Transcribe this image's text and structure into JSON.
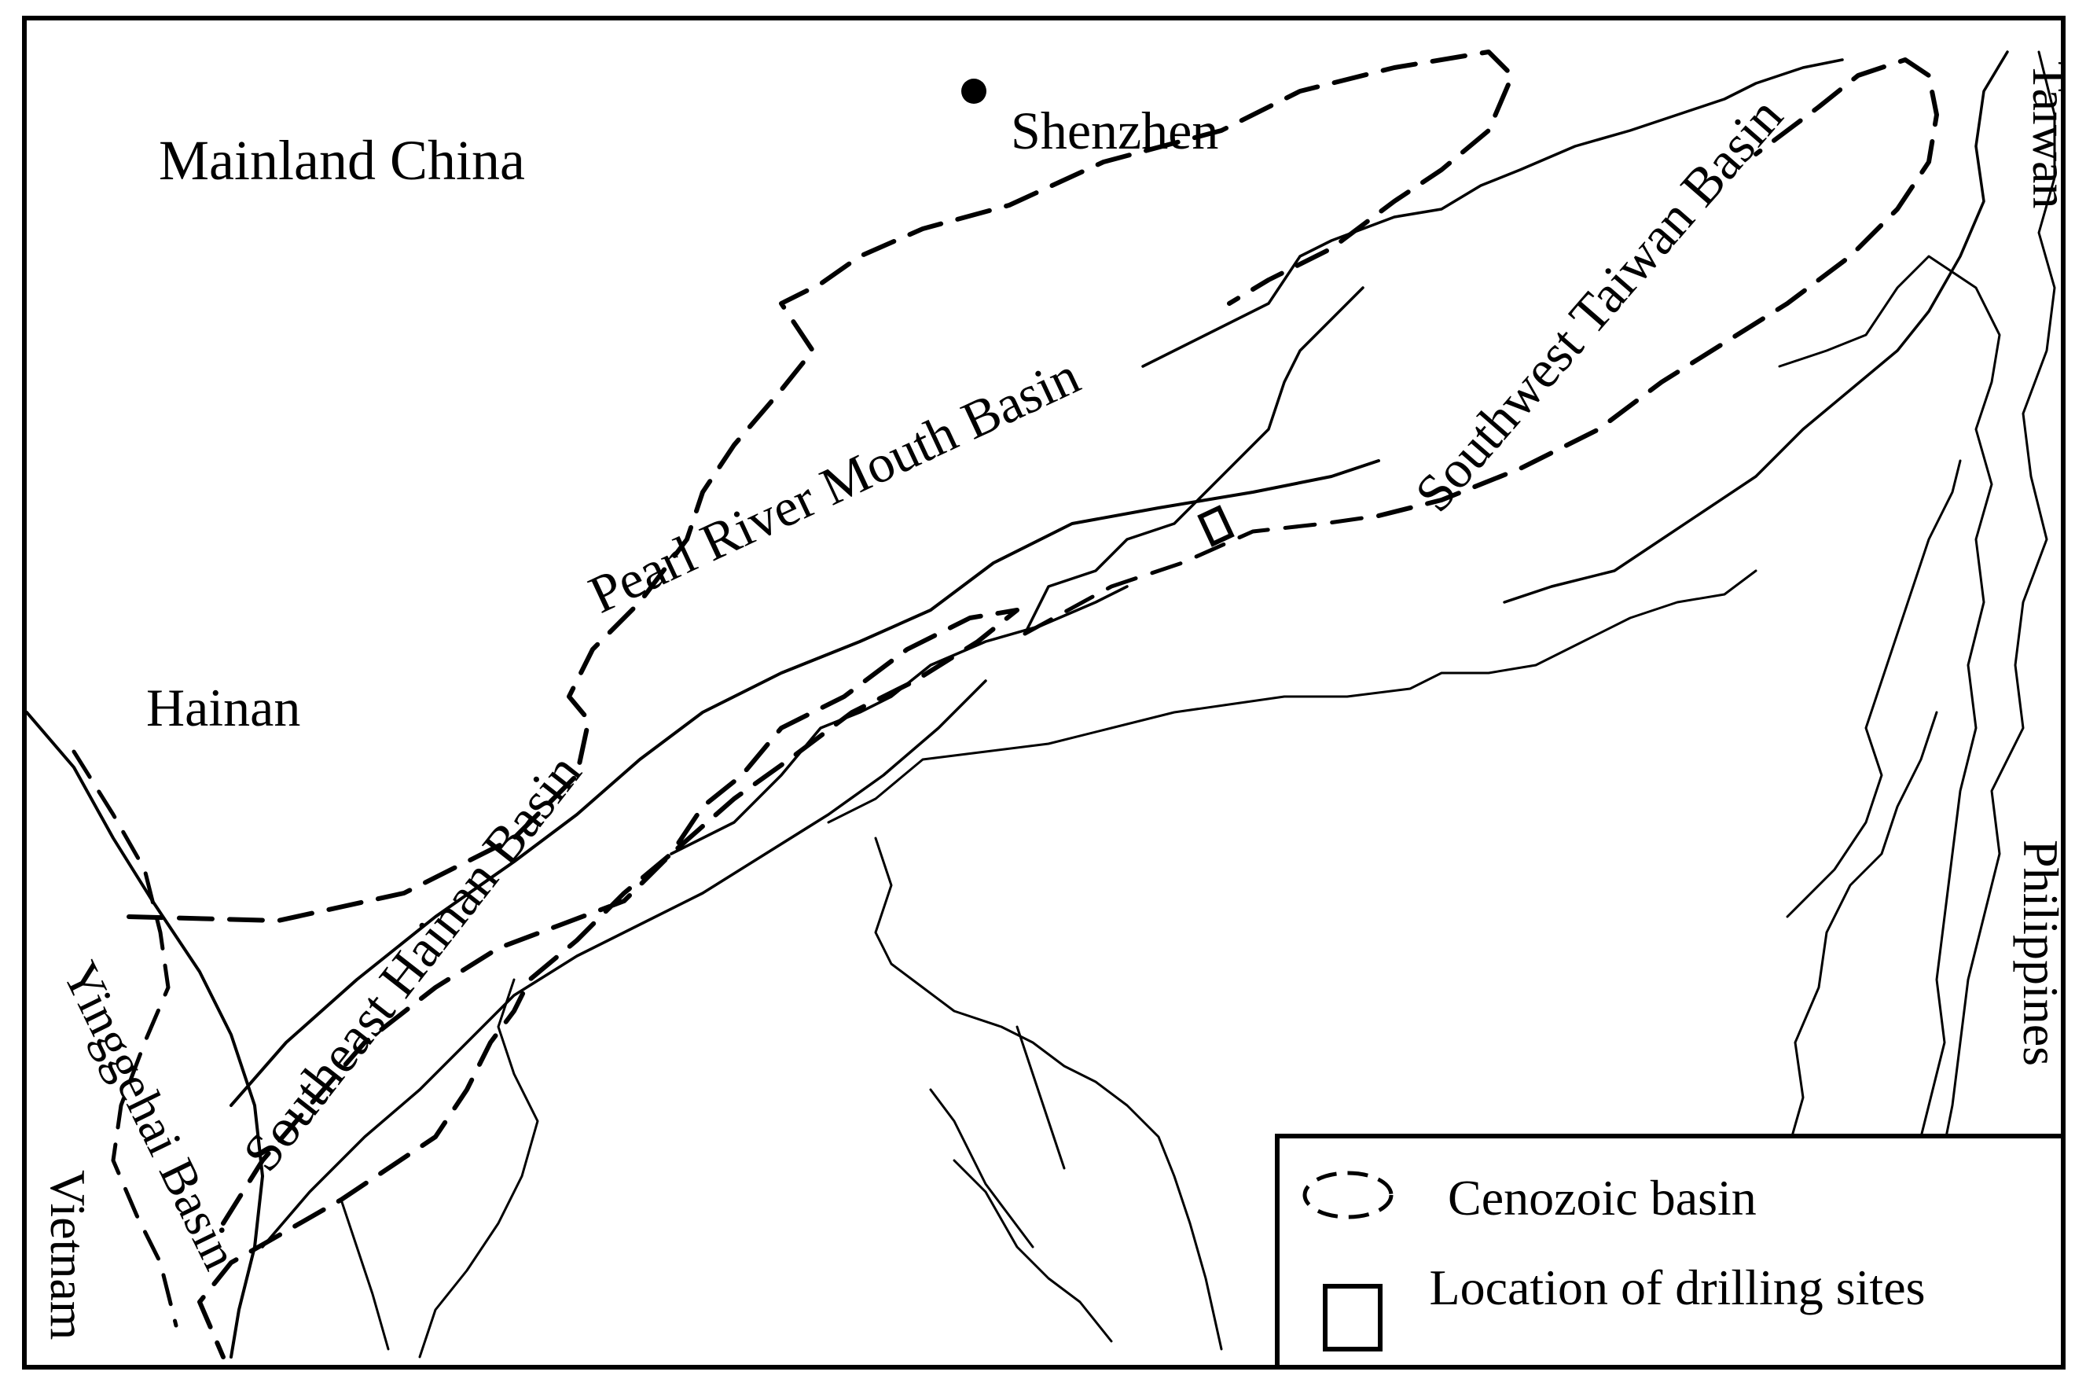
{
  "map": {
    "labels": {
      "mainland_china": "Mainland China",
      "shenzhen": "Shenzhen",
      "taiwan": "Taiwan",
      "pearl_river_mouth_basin": "Pearl River Mouth Basin",
      "southwest_taiwan_basin": "Southwest Taiwan Basin",
      "hainan": "Hainan",
      "southeast_hainan_basin": "Southeast Hainan Basin",
      "philippines": "Philippines",
      "yinggehai_basin": "Yinggehai Basin",
      "vietnam": "Vietnam"
    }
  },
  "legend": {
    "cenozoic_basin": "Cenozoic basin",
    "drilling_sites": "Location of drilling sites"
  },
  "colors": {
    "line": "#000000",
    "background": "#ffffff"
  },
  "icons": {
    "city_marker": "filled-circle-icon",
    "drilling_site": "square-outline-icon",
    "basin_boundary": "dashed-outline-icon"
  }
}
